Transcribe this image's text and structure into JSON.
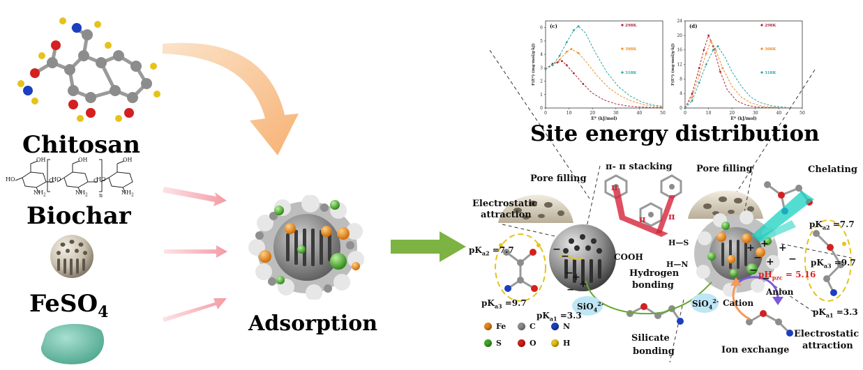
{
  "left": {
    "chitosan": "Chitosan",
    "biochar": "Biochar",
    "feso4_main": "FeSO",
    "feso4_sub": "4",
    "chitosan_structure": {
      "oh": "OH",
      "ho": "HO",
      "nh2": "NH",
      "nh2_sub": "2",
      "o": "O",
      "n": "n"
    }
  },
  "center": {
    "adsorption": "Adsorption"
  },
  "charts": {
    "title": "Site energy distribution",
    "panels": [
      {
        "label": "(c)",
        "ylabel": "F(E*) (mg·mol/g·kJ)",
        "xlabel": "E* (kJ/mol)",
        "x_ticks": [
          "0",
          "10",
          "20",
          "30",
          "40",
          "50"
        ],
        "y_ticks": [
          "0",
          "1",
          "2",
          "3",
          "4",
          "5",
          "6"
        ],
        "legend": [
          "298K",
          "308K",
          "318K"
        ]
      },
      {
        "label": "(d)",
        "ylabel": "F(E*) (mg·mol/g·kJ)",
        "xlabel": "E* (kJ/mol)",
        "x_ticks": [
          "0",
          "10",
          "20",
          "30",
          "40",
          "50"
        ],
        "y_ticks": [
          "0",
          "4",
          "8",
          "12",
          "16",
          "20",
          "24"
        ],
        "legend": [
          "298K",
          "308K",
          "318K"
        ]
      }
    ],
    "colors": [
      "#b0223a",
      "#f08a24",
      "#2aa3a0"
    ]
  },
  "chart_data": [
    {
      "type": "line",
      "xlabel": "E* (kJ/mol)",
      "ylabel": "F(E*) (mg·mol/g·kJ)",
      "xlim": [
        0,
        50
      ],
      "ylim": [
        0,
        6.5
      ],
      "series": [
        {
          "name": "298K",
          "x": [
            0,
            3,
            5,
            7,
            9,
            12,
            16,
            20,
            25,
            30,
            35,
            40,
            45,
            50
          ],
          "values": [
            2.9,
            3.3,
            3.4,
            3.5,
            3.2,
            2.6,
            1.8,
            1.1,
            0.6,
            0.3,
            0.15,
            0.08,
            0.04,
            0.02
          ]
        },
        {
          "name": "308K",
          "x": [
            0,
            3,
            6,
            9,
            11,
            14,
            18,
            22,
            27,
            32,
            37,
            42,
            47,
            50
          ],
          "values": [
            2.9,
            3.2,
            3.6,
            4.2,
            4.4,
            4.1,
            3.3,
            2.4,
            1.5,
            0.9,
            0.5,
            0.25,
            0.12,
            0.08
          ]
        },
        {
          "name": "318K",
          "x": [
            0,
            3,
            6,
            9,
            12,
            14,
            17,
            21,
            26,
            31,
            36,
            41,
            46,
            50
          ],
          "values": [
            2.9,
            3.2,
            3.9,
            4.9,
            5.8,
            6.1,
            5.6,
            4.2,
            2.7,
            1.6,
            0.9,
            0.45,
            0.22,
            0.12
          ]
        }
      ]
    },
    {
      "type": "line",
      "xlabel": "E* (kJ/mol)",
      "ylabel": "F(E*) (mg·mol/g·kJ)",
      "xlim": [
        0,
        50
      ],
      "ylim": [
        0,
        24
      ],
      "series": [
        {
          "name": "298K",
          "x": [
            0,
            3,
            6,
            8,
            10,
            12,
            15,
            18,
            22,
            26,
            30,
            35,
            40
          ],
          "values": [
            0,
            4,
            11,
            16,
            20,
            17,
            10,
            5,
            2,
            0.8,
            0.3,
            0.1,
            0.05
          ]
        },
        {
          "name": "308K",
          "x": [
            0,
            3,
            6,
            9,
            11,
            13,
            16,
            20,
            24,
            28,
            33,
            38,
            45
          ],
          "values": [
            0,
            3,
            9,
            15,
            18.5,
            16,
            11,
            6,
            3,
            1.4,
            0.5,
            0.2,
            0.05
          ]
        },
        {
          "name": "318K",
          "x": [
            0,
            3,
            6,
            9,
            12,
            14,
            17,
            20,
            24,
            28,
            32,
            37,
            44
          ],
          "values": [
            0,
            2,
            7,
            12,
            16,
            17,
            14,
            10,
            6,
            3,
            1.5,
            0.6,
            0.1
          ]
        }
      ]
    }
  ],
  "mechanism": {
    "pore_filling_left": "Pore filling",
    "pi_stacking": "π- π stacking",
    "pore_filling_right": "Pore filling",
    "chelating": "Chelating",
    "electrostatic_left_1": "Electrostatic",
    "electrostatic_left_2": "attraction",
    "pka2_left": "pK",
    "pka2_left_sub": "a2",
    "pka2_left_val": " =7.7",
    "pka3_left": "pK",
    "pka3_left_sub": "a3",
    "pka3_left_val": " =9.7",
    "pka1_left": "pK",
    "pka1_left_sub": "a1",
    "pka1_left_val": " =3.3",
    "cooh": "COOH",
    "hs": "H—S",
    "hn": "H—N",
    "hydrogen_1": "Hydrogen",
    "hydrogen_2": "bonding",
    "sio4_left": "SiO",
    "sio4_left_sub": "4",
    "sio4_left_sup": "2-",
    "sio4_right": "SiO",
    "sio4_right_sub": "4",
    "sio4_right_sup": "2-",
    "cation": "Cation",
    "anion": "Anion",
    "silicate_1": "Silicate",
    "silicate_2": "bonding",
    "ion_exchange": "Ion exchange",
    "pka2_right": "pK",
    "pka2_right_sub": "a2",
    "pka2_right_val": " =7.7",
    "pka3_right": "pK",
    "pka3_right_sub": "a3",
    "pka3_right_val": " =9.7",
    "pka1_right": "pK",
    "pka1_right_sub": "a1",
    "pka1_right_val": " =3.3",
    "phpzc": "pH",
    "phpzc_sub": "pzc",
    "phpzc_val": " = 5.16",
    "electrostatic_right_1": "Electrostatic",
    "electrostatic_right_2": "attraction"
  },
  "legend_atoms": [
    {
      "symbol": "Fe",
      "color": "#e8861a"
    },
    {
      "symbol": "C",
      "color": "#8c8c8c"
    },
    {
      "symbol": "N",
      "color": "#1a3fbf"
    },
    {
      "symbol": "S",
      "color": "#3fa52a"
    },
    {
      "symbol": "O",
      "color": "#d42020"
    },
    {
      "symbol": "H",
      "color": "#e6c21a"
    }
  ]
}
